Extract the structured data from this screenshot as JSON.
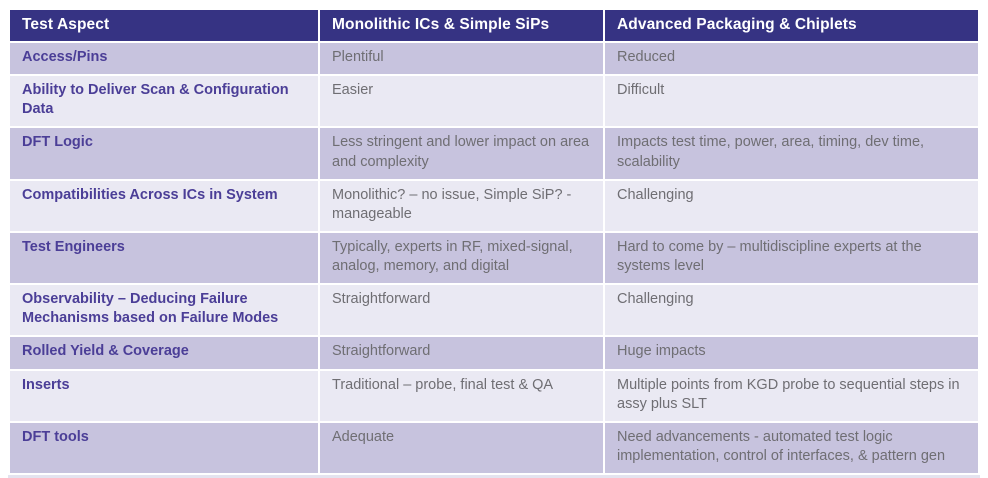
{
  "colors": {
    "header_bg": "#363383",
    "header_text": "#ffffff",
    "row_medium_bg": "#c7c3de",
    "row_light_bg": "#eae9f3",
    "aspect_text": "#4b3e97",
    "body_text": "#6f6e73",
    "page_bg": "#ffffff"
  },
  "table": {
    "columns": [
      {
        "label": "Test Aspect"
      },
      {
        "label": "Monolithic ICs & Simple SiPs"
      },
      {
        "label": "Advanced Packaging & Chiplets"
      }
    ],
    "rows": [
      {
        "aspect": "Access/Pins",
        "monolithic": "Plentiful",
        "advanced": "Reduced"
      },
      {
        "aspect": "Ability to Deliver Scan & Configuration Data",
        "monolithic": "Easier",
        "advanced": "Difficult"
      },
      {
        "aspect": "DFT Logic",
        "monolithic": "Less stringent and lower impact on area and complexity",
        "advanced": "Impacts test time, power, area, timing, dev time, scalability"
      },
      {
        "aspect": "Compatibilities Across ICs in System",
        "monolithic": "Monolithic? – no issue, Simple SiP? - manageable",
        "advanced": "Challenging"
      },
      {
        "aspect": "Test Engineers",
        "monolithic": "Typically, experts in RF, mixed-signal, analog, memory, and digital",
        "advanced": "Hard to come by – multidiscipline experts at the systems level"
      },
      {
        "aspect": "Observability – Deducing Failure Mechanisms based on Failure Modes",
        "monolithic": "Straightforward",
        "advanced": "Challenging"
      },
      {
        "aspect": "Rolled Yield & Coverage",
        "monolithic": "Straightforward",
        "advanced": "Huge impacts"
      },
      {
        "aspect": "Inserts",
        "monolithic": "Traditional – probe, final test & QA",
        "advanced": "Multiple points from KGD probe to sequential steps in assy plus SLT"
      },
      {
        "aspect": "DFT tools",
        "monolithic": "Adequate",
        "advanced": "Need advancements - automated test logic implementation, control of interfaces, & pattern gen"
      }
    ]
  }
}
